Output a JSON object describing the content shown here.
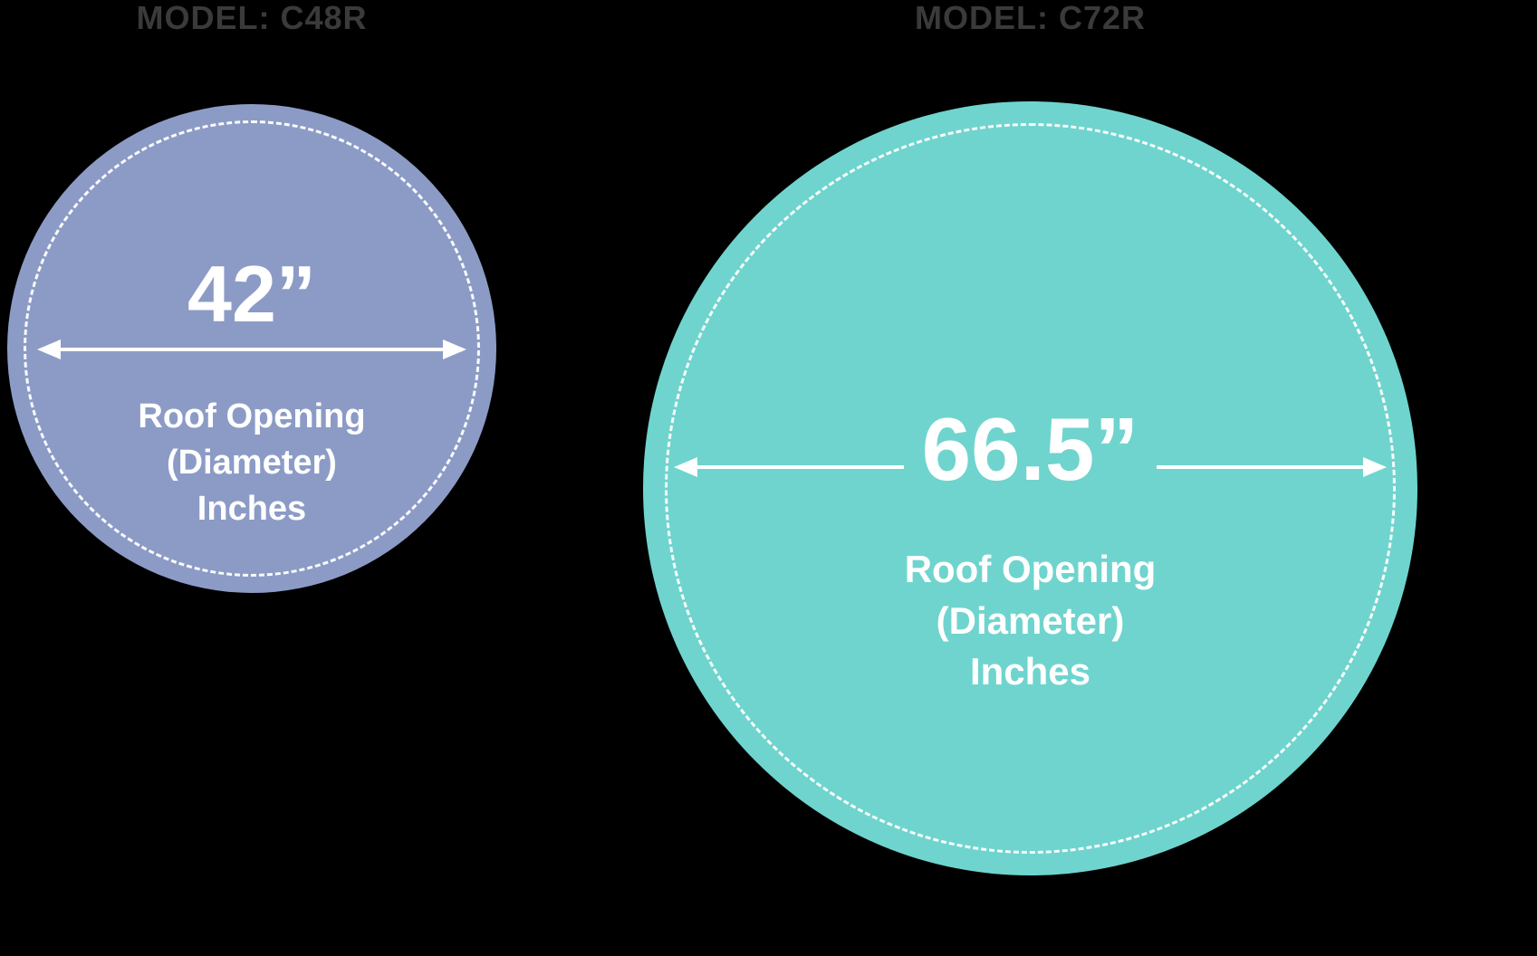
{
  "colors": {
    "background": "#000000",
    "title_text": "#3A3A3A",
    "circle_text": "#FFFFFF",
    "left_circle": "#8C9BC6",
    "right_circle": "#6FD4CE"
  },
  "models": [
    {
      "title": "MODEL: C48R",
      "diameter_label": "42”",
      "diameter_inches": 42,
      "label_lines": [
        "Roof Opening",
        "(Diameter)",
        "Inches"
      ]
    },
    {
      "title": "MODEL: C72R",
      "diameter_label": "66.5”",
      "diameter_inches": 66.5,
      "label_lines": [
        "Roof Opening",
        "(Diameter)",
        "Inches"
      ]
    }
  ]
}
